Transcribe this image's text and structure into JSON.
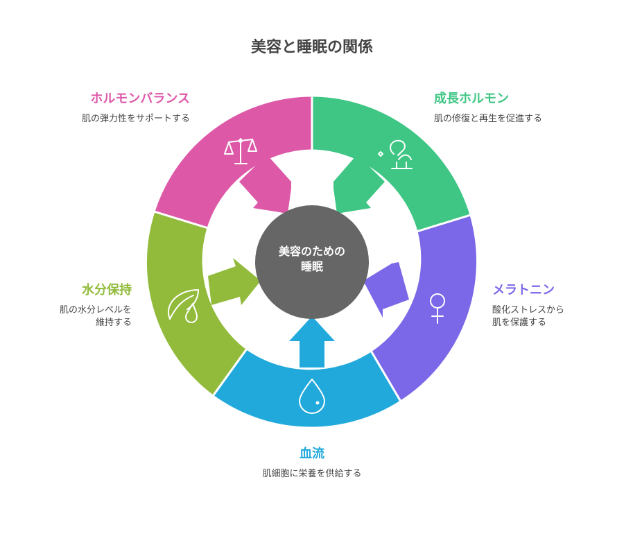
{
  "title": "美容と睡眠の関係",
  "center": {
    "line1": "美容のための",
    "line2": "睡眠",
    "color": "#666666"
  },
  "segments": [
    {
      "key": "hormone_balance",
      "heading": "ホルモンバランス",
      "desc_lines": [
        "肌の弾力性をサポートする"
      ],
      "color": "#dd59a8",
      "icon": "balance-scale-icon"
    },
    {
      "key": "growth_hormone",
      "heading": "成長ホルモン",
      "desc_lines": [
        "肌の修復と再生を促進する"
      ],
      "color": "#3fc684",
      "icon": "plant-growth-icon"
    },
    {
      "key": "melatonin",
      "heading": "メラトニン",
      "desc_lines": [
        "酸化ストレスから",
        "肌を保護する"
      ],
      "color": "#7b68e8",
      "icon": "female-symbol-icon"
    },
    {
      "key": "blood_flow",
      "heading": "血流",
      "desc_lines": [
        "肌細胞に栄養を供給する"
      ],
      "color": "#21a9dc",
      "icon": "droplet-icon"
    },
    {
      "key": "moisture",
      "heading": "水分保持",
      "desc_lines": [
        "肌の水分レベルを",
        "維持する"
      ],
      "color": "#92bb3c",
      "icon": "leaf-drop-icon"
    }
  ]
}
